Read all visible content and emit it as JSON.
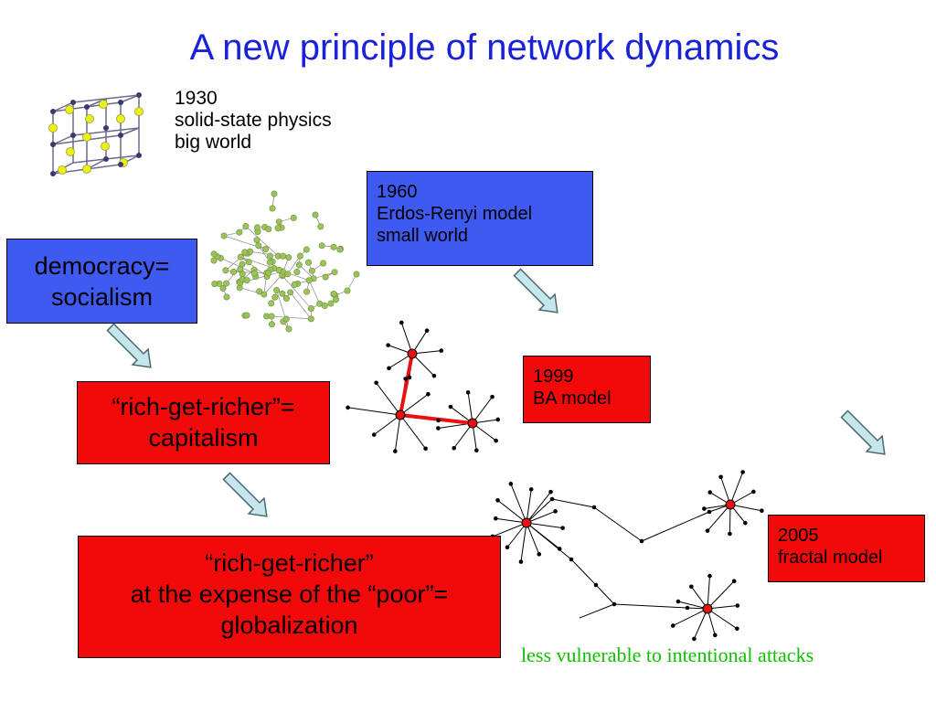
{
  "slide": {
    "title": "A new principle of network dynamics",
    "era_1930": [
      "1930",
      "solid-state physics",
      "big world"
    ],
    "box_1960": [
      "1960",
      "Erdos-Renyi model",
      "small world"
    ],
    "box_1999": [
      "1999",
      "BA model"
    ],
    "box_2005": [
      "2005",
      "fractal model"
    ],
    "democracy": [
      "democracy=",
      "socialism"
    ],
    "capitalism": [
      "“rich-get-richer”=",
      "capitalism"
    ],
    "globalization": [
      "“rich-get-richer”",
      "at the expense of the “poor”=",
      "globalization"
    ],
    "footnote": "less vulnerable to intentional attacks"
  },
  "colors": {
    "title": "#1a22d8",
    "blue_box": "#3f5af0",
    "red_box": "#f20a0a",
    "arrow_fill": "#c6e6ee",
    "green_note": "#10c000",
    "random_net_node": "#9cc25a"
  }
}
